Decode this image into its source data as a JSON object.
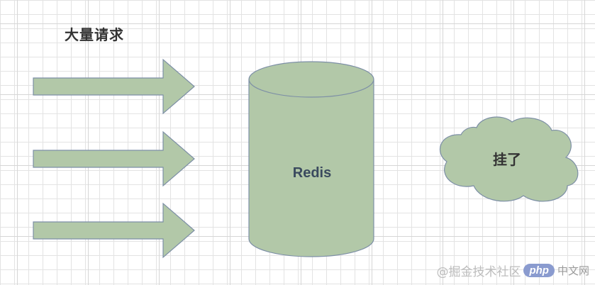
{
  "diagram": {
    "title": "大量请求",
    "database_label": "Redis",
    "failure_label": "挂了",
    "arrow_count": 3
  },
  "watermark": {
    "text": "@掘金技术社区",
    "logo_text": "php",
    "site_text": "中文网"
  },
  "colors": {
    "shape_fill": "#b2c8a8",
    "shape_stroke": "#7d8fa6",
    "text_dark": "#333333"
  }
}
